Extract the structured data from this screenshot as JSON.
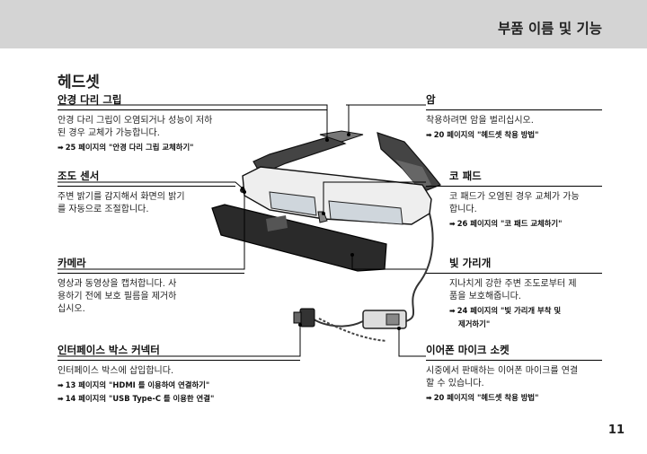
{
  "header": {
    "title": "부품 이름 및 기능"
  },
  "page_title": "헤드셋",
  "sections": {
    "temple": {
      "heading": "안경 다리 그립",
      "lines": [
        "안경 다리 그립이 오염되거나 성능이 저하",
        "된 경우 교체가 가능합니다."
      ],
      "refs": [
        "25 페이지의 \"안경 다리 그립 교체하기\""
      ]
    },
    "illum": {
      "heading": "조도 센서",
      "lines": [
        "주변 밝기를 감지해서 화면의 밝기",
        "를 자동으로 조절합니다."
      ],
      "refs": []
    },
    "camera": {
      "heading": "카메라",
      "lines": [
        "영상과 동영상을 캡처합니다. 사",
        "용하기 전에 보호 필름을 제거하",
        "십시오."
      ],
      "refs": []
    },
    "iface": {
      "heading": "인터페이스 박스 커넥터",
      "lines": [
        "인터페이스 박스에 삽입합니다."
      ],
      "refs": [
        "13 페이지의 \"HDMI 를 이용하여 연결하기\"",
        "14 페이지의 \"USB Type-C 를 이용한 연결\""
      ]
    },
    "arm": {
      "heading": "암",
      "lines": [
        "착용하려면 암을 벌리십시오."
      ],
      "refs": [
        "20 페이지의 \"헤드셋 착용 방법\""
      ]
    },
    "nose": {
      "heading": "코 패드",
      "lines": [
        "코 패드가 오염된 경우 교체가 가능",
        "합니다."
      ],
      "refs": [
        "26 페이지의 \"코 패드 교체하기\""
      ]
    },
    "shade": {
      "heading": "빛 가리개",
      "lines": [
        "지나치게 강한 주변 조도로부터 제",
        "품을 보호해줍니다."
      ],
      "refs": [
        "24 페이지의 \"빛 가리개 부착 및",
        "제거하기\""
      ]
    },
    "mic": {
      "heading": "이어폰 마이크 소켓",
      "lines": [
        "시중에서 판매하는 이어폰 마이크를 연결",
        "할 수 있습니다."
      ],
      "refs": [
        "20 페이지의 \"헤드셋 착용 방법\""
      ]
    }
  },
  "page_number": "11",
  "colors": {
    "header_bg": "#d4d4d4",
    "line": "#000000"
  }
}
